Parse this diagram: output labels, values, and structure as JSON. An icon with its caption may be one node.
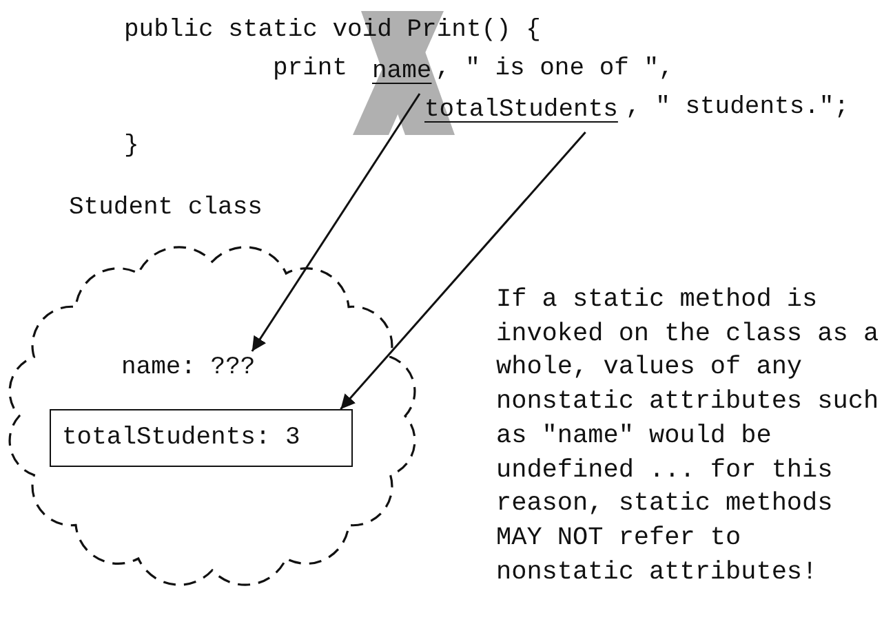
{
  "diagram": {
    "nodes": [
      {
        "text": [
          "public static void Print() {",
          "print",
          ", \" is one of \",",
          ", \" students.\";",
          "}"
        ]
      },
      {
        "text": [
          "name"
        ],
        "in": 0
      },
      {
        "text": [
          "totalStudents"
        ],
        "in": 0
      },
      {
        "text": [
          "Student class"
        ]
      },
      {
        "text": [
          "name: ???"
        ],
        "in": 3
      },
      {
        "text": [
          "totalStudents: 3"
        ],
        "in": 3
      }
    ],
    "edges": [
      {
        "from": 1,
        "to": 4,
        "arrow": "to"
      },
      {
        "from": 2,
        "to": 5,
        "arrow": "to"
      }
    ],
    "labels": [
      "If a static method is invoked on the class as a whole, values of any nonstatic attributes such as \"name\" would be undefined ... for this reason, static methods MAY NOT refer to nonstatic attributes!"
    ]
  }
}
